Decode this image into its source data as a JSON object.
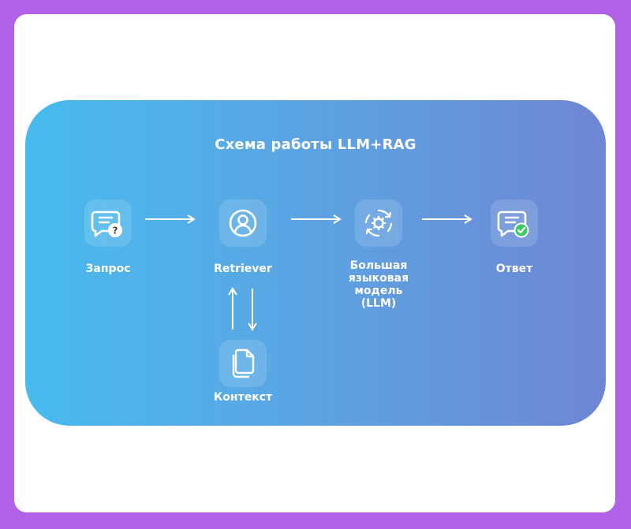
{
  "diagram": {
    "title": "Схема работы LLM+RAG",
    "nodes": {
      "query": {
        "label": "Запрос",
        "icon": "chat-question-icon"
      },
      "retriever": {
        "label": "Retriever",
        "icon": "user-circle-icon"
      },
      "llm": {
        "label_lines": [
          "Большая",
          "языковая",
          "модель",
          "(LLM)"
        ],
        "icon": "gear-cycle-icon"
      },
      "answer": {
        "label": "Ответ",
        "icon": "chat-check-icon"
      },
      "context": {
        "label": "Контекст",
        "icon": "documents-icon"
      }
    }
  },
  "colors": {
    "frame": "#b061e6",
    "card": "#ffffff",
    "gradient_start": "#47bbee",
    "gradient_end": "#6e86d3",
    "text": "#ffffff",
    "badge_question": "#444444",
    "badge_check": "#3cc76a"
  }
}
